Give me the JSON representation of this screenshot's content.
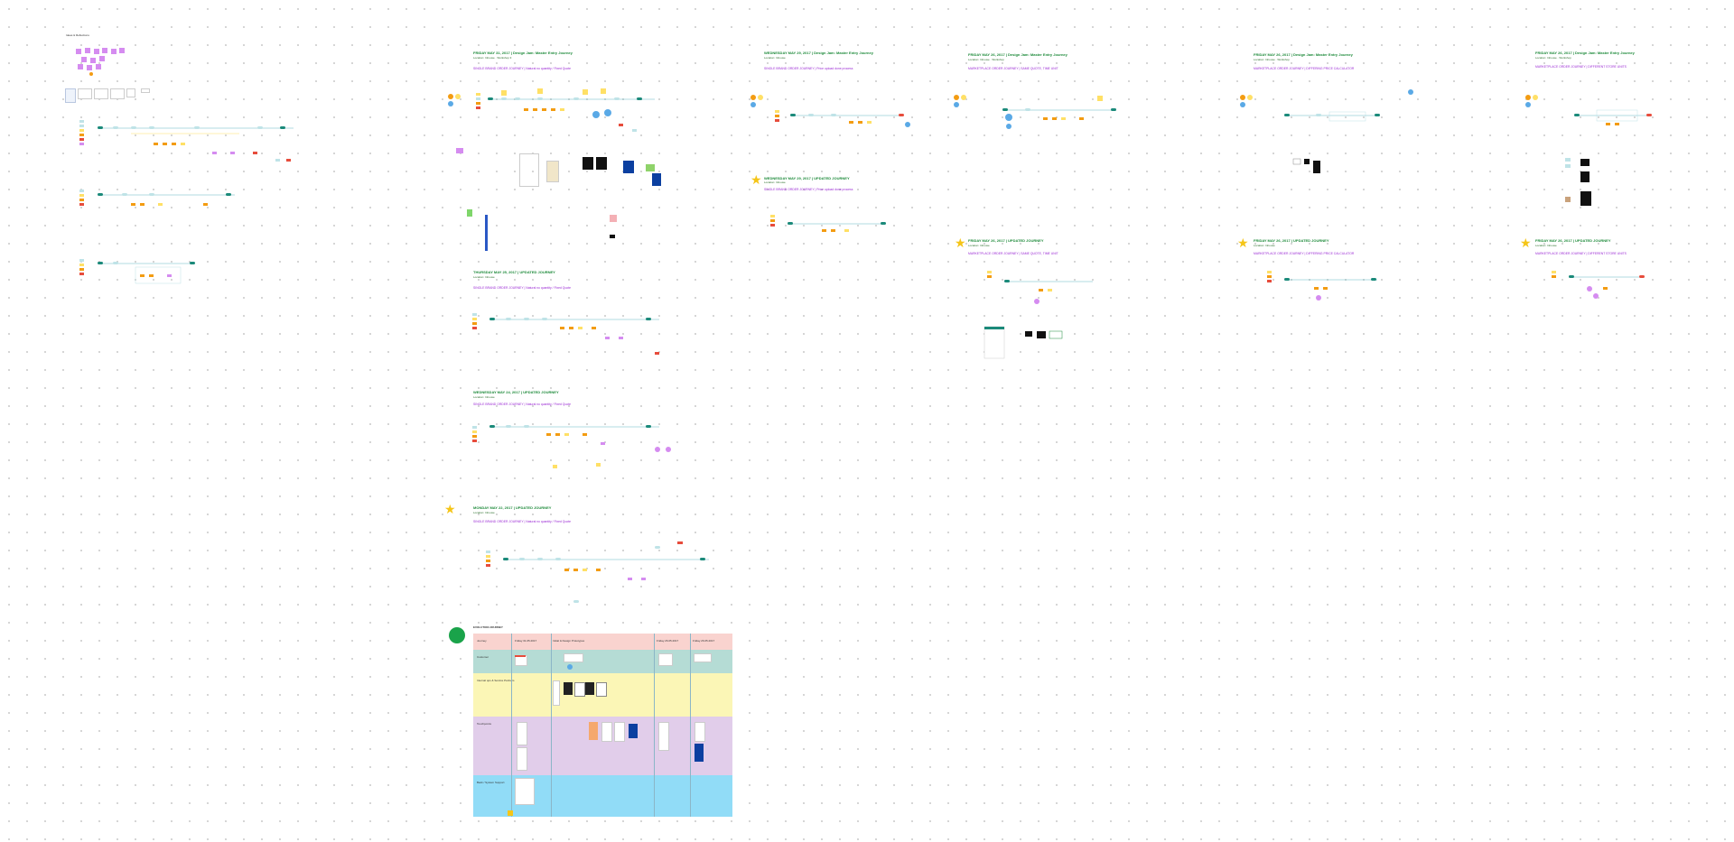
{
  "canvas": {
    "title": "Ideas & Reflections",
    "colors": {
      "header_green": "#1d8a3a",
      "purple": "#9b2ad4",
      "teal": "#1b8a7a",
      "orange": "#f39c12",
      "yellow": "#ffe066",
      "blue": "#5aa9e6",
      "red": "#e74c3c"
    }
  },
  "boards": {
    "b1": {
      "title": "FRIDAY MAY 31, 2017 | Design Jam: Master Entry Journey",
      "sub": "Location: Inhouse · Workshop 3",
      "purple": "SINGLE BRAND ORDER JOURNEY | Natural no quantity / Fixed Quote"
    },
    "b2": {
      "title": "WEDNESDAY MAY 29, 2017 | Design Jam: Master Entry Journey",
      "sub": "Location: Inhouse",
      "purple": "SINGLE BRAND ORDER JOURNEY | Price upload done process"
    },
    "b3": {
      "title": "FRIDAY MAY 26, 2017 | Design Jam: Master Entry Journey",
      "sub": "Location: Inhouse · Workshop",
      "purple": "MARKETPLACE ORDER JOURNEY | SAME QUOTE, TIME UNIT"
    },
    "b4": {
      "title": "FRIDAY MAY 26, 2017 | Design Jam: Master Entry Journey",
      "sub": "Location: Inhouse · Workshop",
      "purple": "MARKETPLACE ORDER JOURNEY | DIFFERING PRICE CALCULATOR"
    },
    "b5": {
      "title": "FRIDAY MAY 26, 2017 | Design Jam: Master Entry Journey",
      "sub": "Location: Inhouse · Workshop",
      "purple": "MARKETPLACE ORDER JOURNEY | DIFFERENT STORE UNITS"
    },
    "b6": {
      "title": "THURSDAY MAY 25, 2017 | UPDATED JOURNEY",
      "sub": "Location: Inhouse",
      "purple": "SINGLE BRAND ORDER JOURNEY | Natural no quantity / Fixed Quote"
    },
    "b7": {
      "title": "WEDNESDAY MAY 24, 2017 | UPDATED JOURNEY",
      "sub": "Location: Inhouse",
      "purple": "SINGLE BRAND ORDER JOURNEY | Natural no quantity / Fixed Quote"
    },
    "b8": {
      "title": "MONDAY MAY 22, 2017 | UPDATED JOURNEY",
      "sub": "Location: Inhouse",
      "purple": "SINGLE BRAND ORDER JOURNEY | Natural no quantity / Fixed Quote"
    },
    "b9": {
      "title": "WEDNESDAY MAY 29, 2017 | UPDATED JOURNEY",
      "sub": "Location: Inhouse",
      "purple": "SINGLE BRAND ORDER JOURNEY | Price upload done process"
    },
    "b10": {
      "title": "FRIDAY MAY 26, 2017 | UPDATED JOURNEY",
      "sub": "Location: Inhouse",
      "purple": "MARKETPLACE ORDER JOURNEY | SAME QUOTE, TIME UNIT"
    },
    "b11": {
      "title": "FRIDAY MAY 26, 2017 | UPDATED JOURNEY",
      "sub": "Location: Inhouse",
      "purple": "MARKETPLACE ORDER JOURNEY | DIFFERING PRICE CALCULATOR"
    },
    "b12": {
      "title": "FRIDAY MAY 26, 2017 | UPDATED JOURNEY",
      "sub": "Location: Inhouse",
      "purple": "MARKETPLACE ORDER JOURNEY | DIFFERENT STORE UNITS"
    }
  },
  "evolution": {
    "title": "EVOLUTION JOURNEY",
    "columns": [
      "Journey",
      "Friday 31.05.2017",
      "Initial & Design Prototypes",
      "Friday 26.05.2017",
      "Friday 26.05.2017"
    ],
    "lanes": [
      "Customer",
      "Internal ops & Service Partners",
      "Touchpoints",
      "Back / System Support"
    ]
  }
}
